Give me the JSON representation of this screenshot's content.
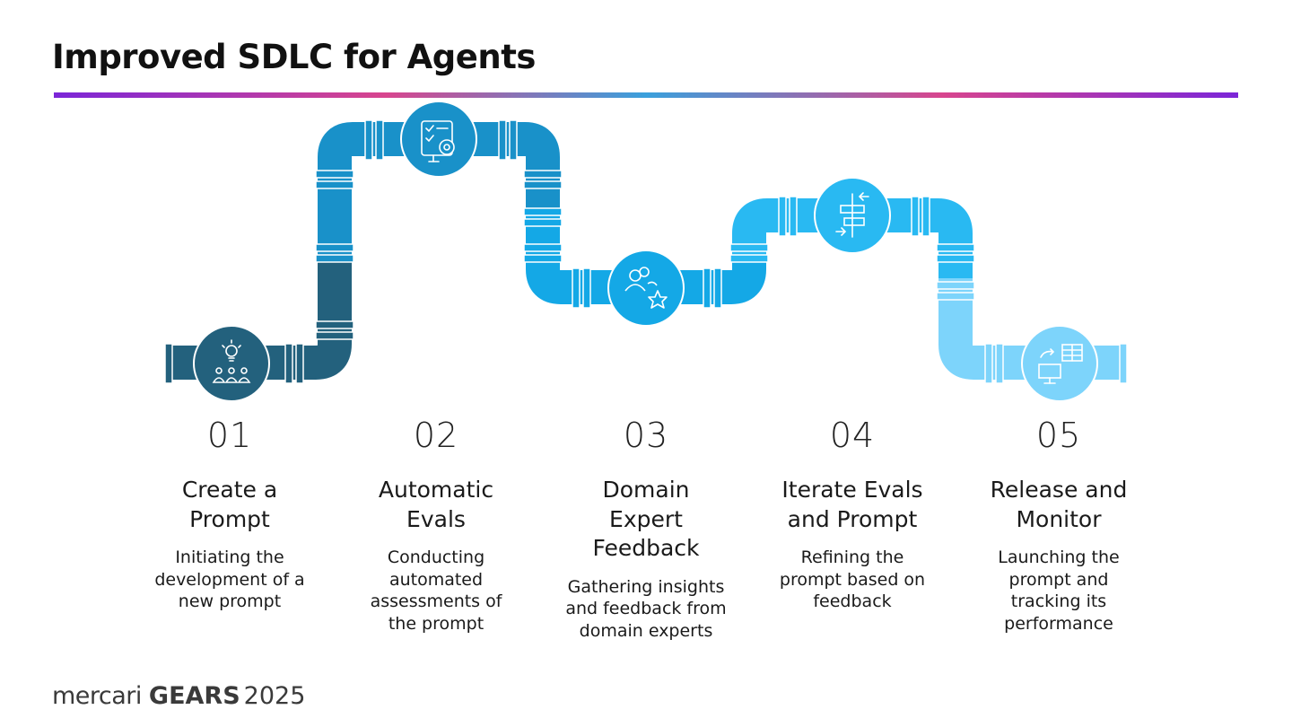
{
  "header": {
    "title": "Improved SDLC for Agents"
  },
  "colors": {
    "stage1": "#23617d",
    "stage2": "#1991c9",
    "stage3": "#14a8e6",
    "stage4": "#29b9f2",
    "stage5": "#7dd4fb"
  },
  "steps": [
    {
      "number": "01",
      "title": "Create a Prompt",
      "description": "Initiating the development of a new prompt",
      "icon": "lightbulb-team-icon"
    },
    {
      "number": "02",
      "title": "Automatic Evals",
      "description": "Conducting automated assessments of the prompt",
      "icon": "checklist-gear-icon"
    },
    {
      "number": "03",
      "title": "Domain Expert Feedback",
      "description": "Gathering insights and feedback from domain experts",
      "icon": "people-star-icon"
    },
    {
      "number": "04",
      "title": "Iterate Evals and Prompt",
      "description": "Refining the prompt based on feedback",
      "icon": "iterate-arrows-icon"
    },
    {
      "number": "05",
      "title": "Release and Monitor",
      "description": "Launching the prompt and tracking its performance",
      "icon": "monitor-table-icon"
    }
  ],
  "footer": {
    "brand": "mercari",
    "event": "GEARS",
    "year": "2025"
  }
}
